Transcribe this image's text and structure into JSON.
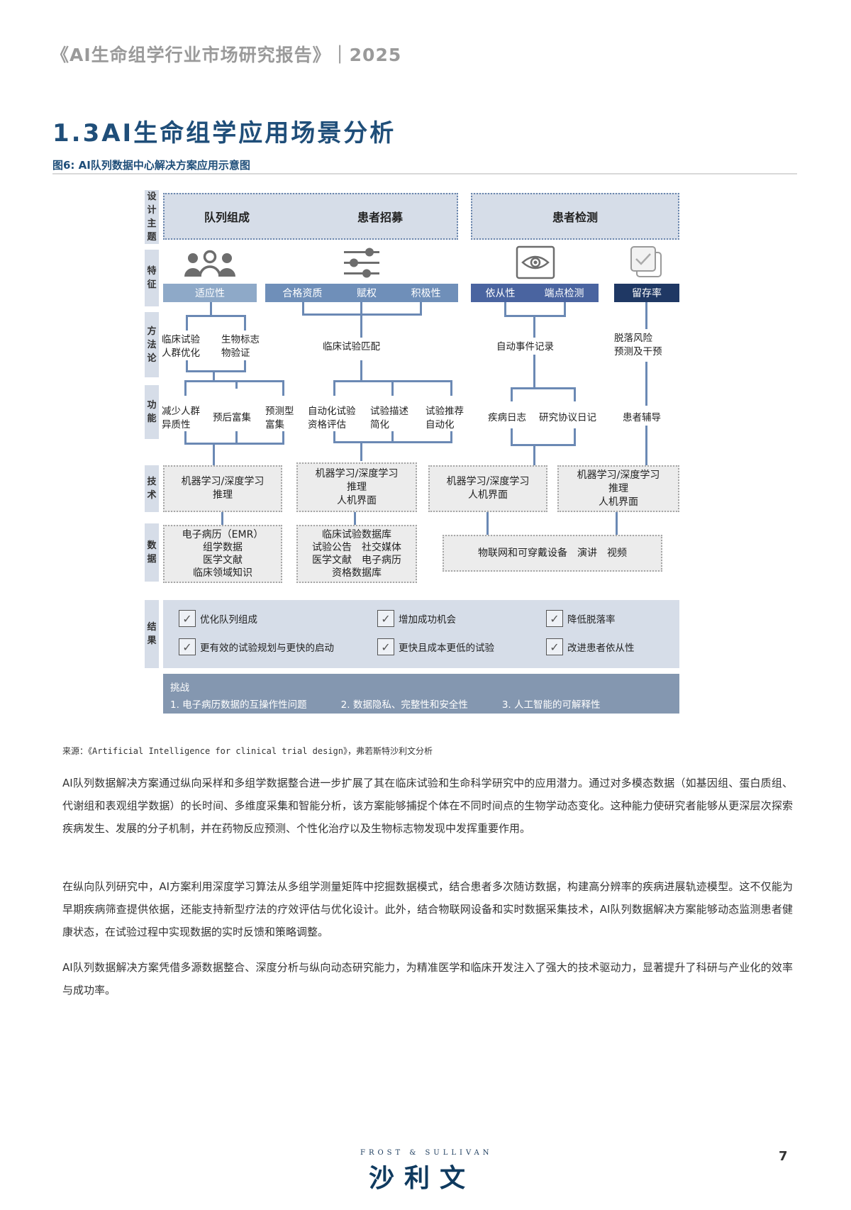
{
  "header": {
    "report_title": "《AI生命组学行业市场研究报告》｜2025"
  },
  "section": {
    "title": "1.3AI生命组学应用场景分析",
    "figure_caption": "图6: AI队列数据中心解决方案应用示意图"
  },
  "diagram": {
    "row_labels": {
      "design_theme": "设计主题",
      "feature": "特征",
      "methodology": "方法论",
      "function": "功能",
      "technology": "技术",
      "data": "数据",
      "result": "结果"
    },
    "themes": {
      "left": [
        "队列组成",
        "患者招募"
      ],
      "right": "患者检测"
    },
    "icons": [
      "people-group-icon",
      "sliders-icon",
      "eye-icon",
      "checklist-icon"
    ],
    "features": {
      "adaptability": "适应性",
      "recruit": [
        "合格资质",
        "赋权",
        "积极性"
      ],
      "monitor": [
        "依从性",
        "端点检测"
      ],
      "retention": "留存率"
    },
    "feature_colors": {
      "adaptability": "#8ea9c8",
      "recruit": "#6f8fb9",
      "monitor": "#4a64a0",
      "retention": "#1f3864"
    },
    "methods": {
      "m1": [
        "临床试验",
        "人群优化"
      ],
      "m2": [
        "生物标志",
        "物验证"
      ],
      "m3": "临床试验匹配",
      "m4": "自动事件记录",
      "m5": [
        "脱落风险",
        "预测及干预"
      ]
    },
    "functions": {
      "f1": [
        "减少人群",
        "异质性"
      ],
      "f2": "预后富集",
      "f3": [
        "预测型",
        "富集"
      ],
      "f4": [
        "自动化试验",
        "资格评估"
      ],
      "f5": [
        "试验描述",
        "简化"
      ],
      "f6": [
        "试验推荐",
        "自动化"
      ],
      "f7": "疾病日志",
      "f8": "研究协议日记",
      "f9": "患者辅导"
    },
    "technologies": {
      "t1": [
        "机器学习/深度学习",
        "推理"
      ],
      "t2": [
        "机器学习/深度学习",
        "推理",
        "人机界面"
      ],
      "t3": [
        "机器学习/深度学习",
        "人机界面"
      ],
      "t4": [
        "机器学习/深度学习",
        "推理",
        "人机界面"
      ]
    },
    "data_sources": {
      "d1": [
        "电子病历（EMR）",
        "组学数据",
        "医学文献",
        "临床领域知识"
      ],
      "d2": [
        "临床试验数据库",
        "试验公告　社交媒体",
        "医学文献　电子病历",
        "资格数据库"
      ],
      "d3": "物联网和可穿戴设备　演讲　视频"
    },
    "results": [
      [
        "优化队列组成",
        "增加成功机会",
        "降低脱落率"
      ],
      [
        "更有效的试验规划与更快的启动",
        "更快且成本更低的试验",
        "改进患者依从性"
      ]
    ],
    "check_glyph": "✓",
    "challenges": {
      "title": "挑战",
      "items": [
        "1. 电子病历数据的互操作性问题",
        "2. 数据隐私、完整性和安全性",
        "3. 人工智能的可解释性"
      ]
    }
  },
  "source": "来源：《Artificial Intelligence for clinical trial design》，弗若斯特沙利文分析",
  "paragraphs": [
    "AI队列数据解决方案通过纵向采样和多组学数据整合进一步扩展了其在临床试验和生命科学研究中的应用潜力。通过对多模态数据（如基因组、蛋白质组、代谢组和表观组学数据）的长时间、多维度采集和智能分析，该方案能够捕捉个体在不同时间点的生物学动态变化。这种能力使研究者能够从更深层次探索疾病发生、发展的分子机制，并在药物反应预测、个性化治疗以及生物标志物发现中发挥重要作用。",
    "在纵向队列研究中，AI方案利用深度学习算法从多组学测量矩阵中挖掘数据模式，结合患者多次随访数据，构建高分辨率的疾病进展轨迹模型。这不仅能为早期疾病筛查提供依据，还能支持新型疗法的疗效评估与优化设计。此外，结合物联网设备和实时数据采集技术，AI队列数据解决方案能够动态监测患者健康状态，在试验过程中实现数据的实时反馈和策略调整。",
    "AI队列数据解决方案凭借多源数据整合、深度分析与纵向动态研究能力，为精准医学和临床开发注入了强大的技术驱动力，显著提升了科研与产业化的效率与成功率。"
  ],
  "footer": {
    "logo_en": "FROST & SULLIVAN",
    "logo_cn": "沙利文",
    "page_number": "7"
  }
}
